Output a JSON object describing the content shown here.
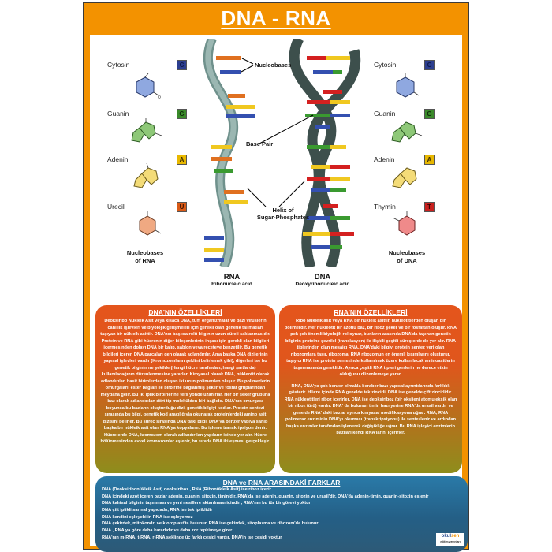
{
  "poster": {
    "title": "DNA - RNA",
    "colors": {
      "frame": "#f39200",
      "cytosine": "#2c3e8f",
      "guanine": "#3a8a2a",
      "adenine": "#e8b800",
      "uracil": "#d95a16",
      "thymine": "#c8201e",
      "rna_backbone": "#7fa19c",
      "dna_backbone": "#3d4f4c",
      "properties_box_top": "#e4551c",
      "properties_box_bottom": "#8e8d1c",
      "differences_box": "#245f86"
    }
  },
  "rna_bases": {
    "items": [
      {
        "name": "Cytosin",
        "letter": "C"
      },
      {
        "name": "Guanin",
        "letter": "G"
      },
      {
        "name": "Adenin",
        "letter": "A"
      },
      {
        "name": "Urecil",
        "letter": "U"
      }
    ],
    "caption_line1": "Nucleobases",
    "caption_line2": "of RNA"
  },
  "dna_bases": {
    "items": [
      {
        "name": "Cytosin",
        "letter": "C"
      },
      {
        "name": "Guanin",
        "letter": "G"
      },
      {
        "name": "Adenin",
        "letter": "A"
      },
      {
        "name": "Thymin",
        "letter": "T"
      }
    ],
    "caption_line1": "Nucleobases",
    "caption_line2": "of DNA"
  },
  "diagram": {
    "labels": {
      "nucleobases": "Nucleobases",
      "base_pair": "Base Pair",
      "helix_line1": "Helix of",
      "helix_line2": "Sugar-Phosphates"
    },
    "rna": {
      "name": "RNA",
      "full": "Ribonucleic acid"
    },
    "dna": {
      "name": "DNA",
      "full": "Deoxyribonucleic acid"
    }
  },
  "dna_properties": {
    "title": "DNA'NIN ÖZELLİKLERİ",
    "text": "Deoksiribo Nükleik Asit veya kısaca DNA, tüm organizmalar ve bazı virüslerin canlılık işlevleri ve biyolojik gelişmeleri için gerekli olan genetik talimatları taşıyan bir nükleik asittir. DNA'nın başlıca rolü bilginin uzun süreli saklanmasıdır. Protein ve RNA gibi hücrenin diğer bileşenlerinin inşası için gerekli olan bilgileri içermesinden dolayı DNA bir kalıp, şablon veya reçeteye benzetilir. Bu genetik bilgileri içeren DNA parçaları gen olarak adlandırılır. Ama başka DNA dizilerinin yapısal işlevleri vardır (Kromozomların şeklini belirlemek gibi), diğerleri ise bu genetik bilginin ne şekilde (Hangi hücre tarafından, hangi şartlarda) kullanılacağının düzenlenmesine yararlar. Kimyasal olarak DNA, nükleotit olarak adlandırılan basit birimlerden oluşan iki uzun polimerden oluşur. Bu polimerlerin omurgaları, ester bağları ile birbirine bağlanmış şeker ve fosfat gruplarından meydana gelir. Bu iki iplik birbirlerine ters yönde uzanırlar. Her bir şeker grubuna baz olarak adlandırılan dört tip molekülden biri bağlıdır. DNA'nın omurgası boyunca bu bazların oluşturduğu dizi, genetik bilgiyi kodlar. Protein sentezi sırasında bu bilgi, genetik kod aracılığıyla okunarak proteinlerdeki amino asit dizisini belirler. Bu süreç sırasında DNA'daki bilgi, DNA'ya benzer yapıya sahip başka bir nükleik asit olan RNA'ya kopyalanır. Bu işleme transkripsiyon denir. Hücrelerde DNA, kromozom olarak adlandırılan yapıların içinde yer alır. Hücre bölünmesinden evvel kromozomlar eşlenir, bu sırada DNA ikileşmesi gerçekleşir."
  },
  "rna_properties": {
    "title": "RNA'NIN ÖZELLİKLERİ",
    "text1": "Ribo Nükleik asit veya RNA bir nükleik asittir, nükleotitlerden oluşan bir polimerdir. Her nükleotit bir azotlu baz, bir riboz şeker ve bir fosfattan oluşur. RNA pek çok önemli biyolojik rol oynar, bunların arasında DNA'da taşınan genetik bilginin proteine çevrilel (translasyon) ile ilişkili çeşitli süreçlerde de yer alır. RNA tiplerinden olan mesajcı RNA, DNA'daki bilgiyi protein sentez yeri olan ribozomlara taşır, ribozomal RNA ribozomun en önemli kısımlarını oluşturur, taşıyıcı RNA ise protein sentezinde kullanılmak üzere kullanılacak aminoasitlerin taşınmasında gereklidir. Ayrıca çeşitli RNA tipleri genlerin ne derece etkin olduğunu düzenlemeye yarar.",
    "text2": "RNA, DNA'ya çok benzer olmakla beraber bazı yapısal ayrıntılarında farklılık gösterir. Hücre içinde RNA genelde tek zincirli, DNA ise genelde çift zincirlidir. RNA nükleotitleri riboz içerirler, DNA ise deoksiriboz (bir oksijeni atomu eksik olan bir riboz türü) vardır. DNA' da bulunan timin bazı yerine RNA'da urasil vardır ve genelde RNA' daki bazlar ayrıca kimyasal modifikasyona uğrar. RNA, RNA polimeraz enziminin DNA'yı okuması (transkripsiyonu) ile sentezlenir ve ardından başka enzimler tarafından işlenerek değişikliğe uğrar. Bu RNA işleyici enzimlerin bazıları kendi RNA'larını içerirler."
  },
  "differences": {
    "title": "DNA ve RNA ARASINDAKİ FARKLAR",
    "items": [
      "DNA (Deoksiribonükleik Asit) deoksiriboz , RNA (Ribonükleik Asit) ise riboz içerir",
      "DNA içindeki azot içeren bazlar adenin, guanin, sitozin, timin'dir. RNA'da ise adenin, guanin, sitozin ve urasil'dir. DNA'da adenin-timin, guanin-sitozin eşlenir",
      "DNA kalıtsal bilginin taşınması ve yeni nesillere aktarılması içindir , RNA'nın bu tür bir görevi yoktur",
      "DNA çift iplikli sarmal yapıdadır, RNA ise tek ipliklidir",
      "DNA kendini eşleyebilir, RNA ise eşleyemez",
      "DNA çekirdek, mitokondri ve kloroplast'ta bulunur, RNA ise çekirdek, sitoplazma ve ribozom'da bulunur",
      "DNA , RNA'ya göre daha kararlıdır ve daha zor tepkimeye girer",
      "RNA'nın m-RNA, t-RNA, r-RNA şeklinde üç farklı çeşidi vardır, DNA'in ise çeşidi yoktur"
    ]
  },
  "logo": {
    "text_a": "okul",
    "text_b": "sen",
    "tagline": "eğitim yayınları"
  }
}
